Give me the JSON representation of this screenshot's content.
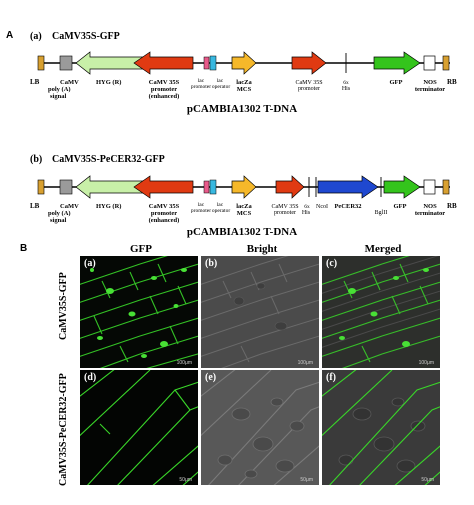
{
  "section_a_label": "A",
  "section_b_label": "B",
  "map1": {
    "letter": "(a)",
    "title": "CaMV35S-GFP",
    "caption": "pCAMBIA1302 T-DNA",
    "labels": {
      "lb": "LB",
      "polya": [
        "CaMV",
        "poly (A)",
        "signal"
      ],
      "hyg": "HYG (R)",
      "promoter_enh": [
        "CaMV 35S",
        "promoter",
        "(enhanced)"
      ],
      "lac": [
        "lac",
        "promoter"
      ],
      "lacop": [
        "lac",
        "operator"
      ],
      "lacza": [
        "lacZa",
        "MCS"
      ],
      "promoter35s": [
        "CaMV 35S",
        "promoter"
      ],
      "his": [
        "6x",
        "His"
      ],
      "gfp": "GFP",
      "nos": [
        "NOS",
        "terminator"
      ],
      "rb": "RB"
    }
  },
  "map2": {
    "letter": "(b)",
    "title": "CaMV35S-PeCER32-GFP",
    "caption": "pCAMBIA1302 T-DNA",
    "labels": {
      "lb": "LB",
      "polya": [
        "CaMV",
        "poly (A)",
        "signal"
      ],
      "hyg": "HYG (R)",
      "promoter_enh": [
        "CaMV 35S",
        "promoter",
        "(enhanced)"
      ],
      "lac": [
        "lac",
        "promoter"
      ],
      "lacop": [
        "lac",
        "operator"
      ],
      "lacza": [
        "lacZa",
        "MCS"
      ],
      "promoter35s": [
        "CaMV 35S",
        "promoter"
      ],
      "his": [
        "6x",
        "His"
      ],
      "ncoi": "NcoI",
      "pecer": "PeCER32",
      "bglii": "BglII",
      "gfp": "GFP",
      "nos": [
        "NOS",
        "terminator"
      ],
      "rb": "RB"
    }
  },
  "micro": {
    "columns": [
      "GFP",
      "Bright",
      "Merged"
    ],
    "rows": [
      "CaMV35S-GFP",
      "CaMV35S-PeCER32-GFP"
    ],
    "panels": [
      {
        "letter": "(a)",
        "scale": "100μm"
      },
      {
        "letter": "(b)",
        "scale": "100μm"
      },
      {
        "letter": "(c)",
        "scale": "100μm"
      },
      {
        "letter": "(d)",
        "scale": "50μm"
      },
      {
        "letter": "(e)",
        "scale": "50μm"
      },
      {
        "letter": "(f)",
        "scale": "50μm"
      }
    ]
  },
  "colors": {
    "hyg": "#c8f0a8",
    "promoter": "#e03a12",
    "lacza": "#f5b82a",
    "gfp": "#34c41c",
    "pecer": "#1f48d0",
    "polya": "#9a9a9a",
    "lb": "#d8a030",
    "lacop": "#38b8e0",
    "lacprom": "#e85a8a",
    "fluor": "#39d629"
  }
}
